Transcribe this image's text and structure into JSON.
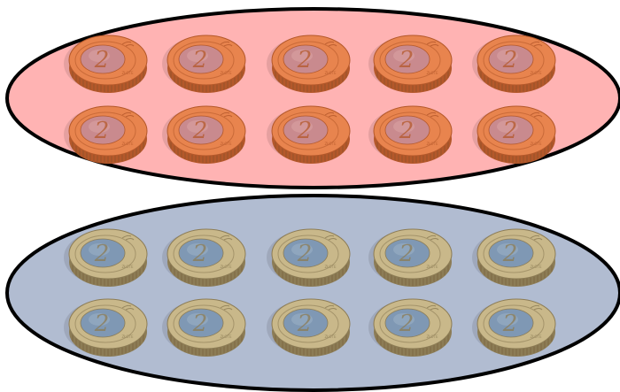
{
  "coin_face_text": "2",
  "coin_small_text": "ZŁOTE",
  "groups": [
    {
      "id": "top",
      "fill": "#ffb3b3",
      "coin_rim": "#e8844e",
      "coin_rim_dark": "#b4582a",
      "coin_center": "#c98a8e",
      "coin_center_light": "#d79ea0",
      "rows": 2,
      "cols": 5
    },
    {
      "id": "bottom",
      "fill": "#b1bcd1",
      "coin_rim": "#c9b88a",
      "coin_rim_dark": "#8c7c55",
      "coin_center": "#7f98b4",
      "coin_center_light": "#96acc2",
      "rows": 2,
      "cols": 5
    }
  ]
}
